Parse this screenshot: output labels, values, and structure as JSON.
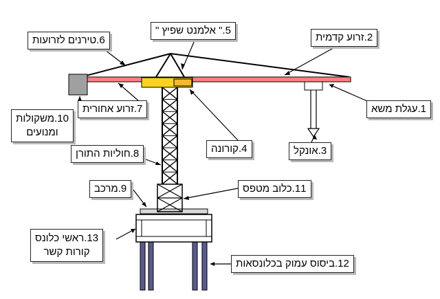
{
  "labels": {
    "trolley": "1.עגלת משא",
    "front_jib": "2.זרוע קדמית",
    "hook": "3.אונקל",
    "slewing_ring": "4.קורונה",
    "tower_head": "5.\" אלמנט שפיץ \"",
    "jib_ties": "6.טירנים לזרועות",
    "counter_jib": "7.זרוע אחורית",
    "tower_sections": "8.חוליות התורן",
    "base": "9.מרכב",
    "counterweights_line1": "10.משקולות",
    "counterweights_line2": "ומנועים",
    "climbing_cage": "11.כלוב מטפס",
    "foundation": "12.ביסוס עמוק בכלונסאות",
    "pile_caps_line1": "13.ראשי כלונס",
    "pile_caps_line2": "קורות קשר"
  },
  "colors": {
    "jib": "#ff8080",
    "slewing": "#ffd21e",
    "counterweight": "#a0a0a0",
    "piles": "#5a5a8c",
    "outline": "#000000"
  }
}
